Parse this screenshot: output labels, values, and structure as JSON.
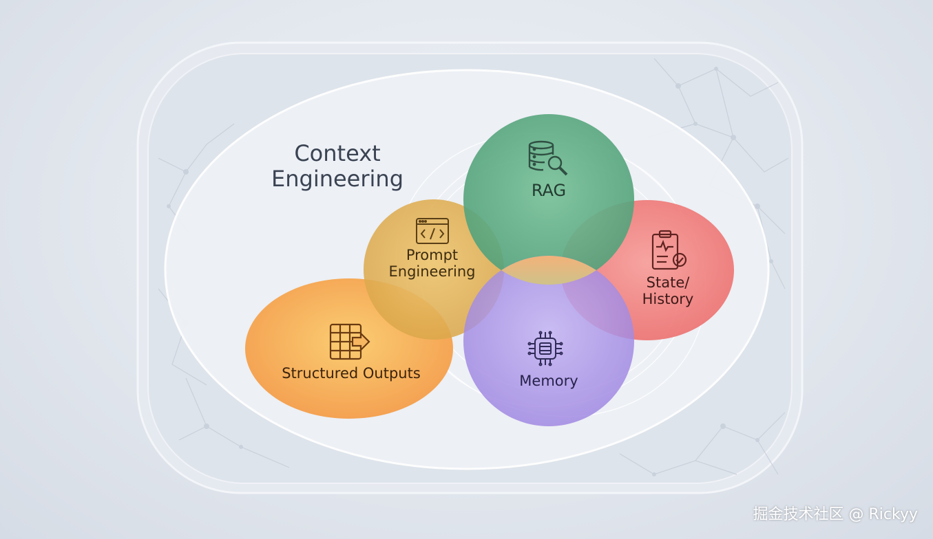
{
  "diagram": {
    "title_line1": "Context",
    "title_line2": "Engineering",
    "nodes": {
      "rag": {
        "label": "RAG",
        "icon": "database-search-icon",
        "color": "#5fb08a"
      },
      "prompt": {
        "label_line1": "Prompt",
        "label_line2": "Engineering",
        "icon": "code-window-icon",
        "color": "#d9a94c"
      },
      "state": {
        "label_line1": "State/",
        "label_line2": "History",
        "icon": "clipboard-check-icon",
        "color": "#ef7a78"
      },
      "memory": {
        "label": "Memory",
        "icon": "chip-icon",
        "color": "#a58ee6"
      },
      "structured": {
        "label": "Structured Outputs",
        "icon": "table-arrow-icon",
        "color": "#f4a94c"
      }
    }
  },
  "watermark": "掘金技术社区 @ Rickyy"
}
